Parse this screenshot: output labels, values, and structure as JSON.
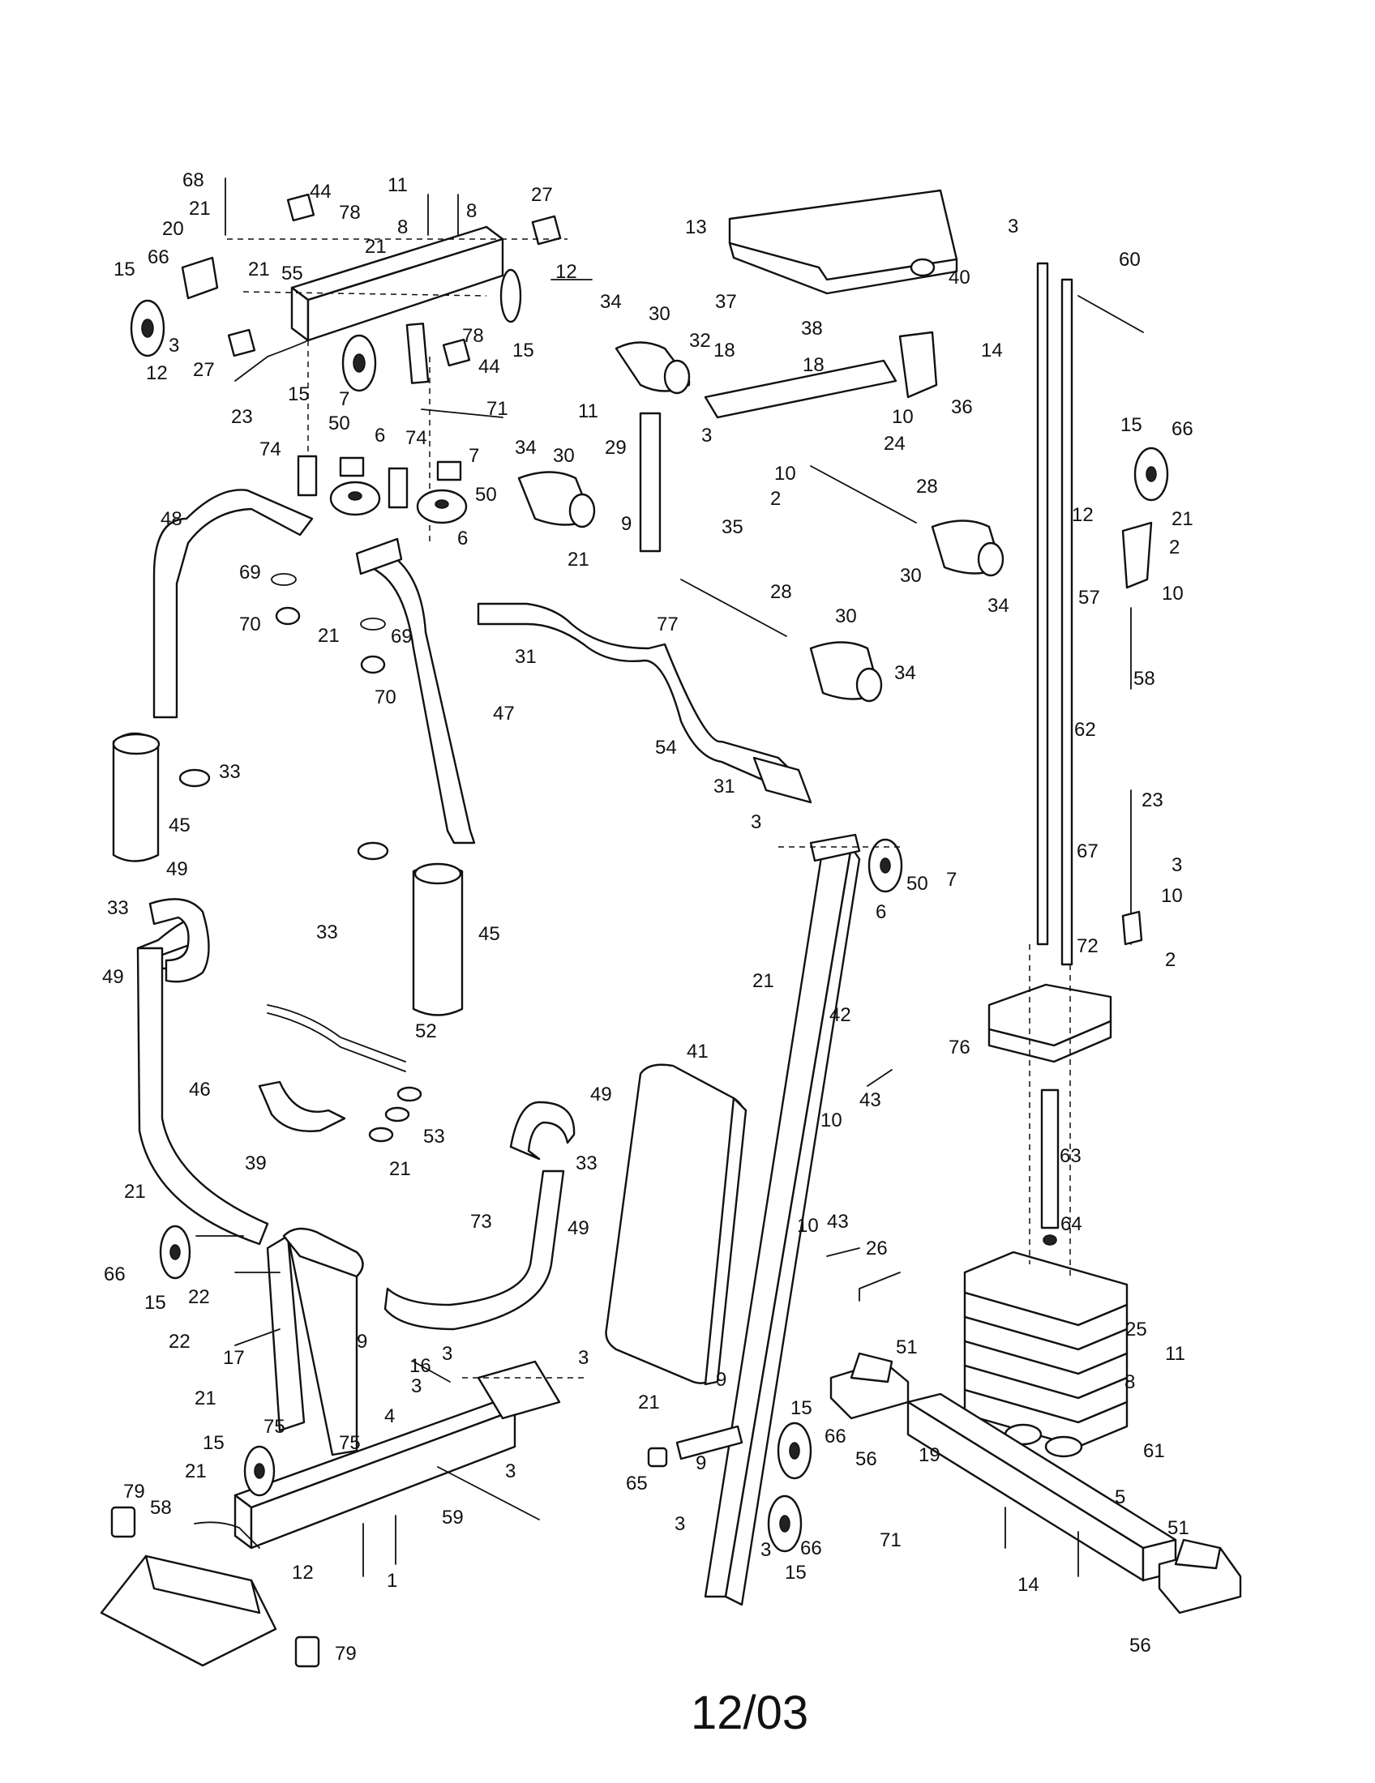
{
  "footer": {
    "date_code": "12/03"
  },
  "labels": {
    "l68": "68",
    "l21a": "21",
    "l20": "20",
    "l66a": "66",
    "l15a": "15",
    "l3a": "3",
    "l12a": "12",
    "l27a": "27",
    "l44a": "44",
    "l78a": "78",
    "l21b": "21",
    "l11a": "11",
    "l8a": "8",
    "l8b": "8",
    "l27b": "27",
    "l21c": "21",
    "l55": "55",
    "l78b": "78",
    "l44b": "44",
    "l15b": "15",
    "l15c": "15",
    "l23a": "23",
    "l7a": "7",
    "l71a": "71",
    "l74a": "74",
    "l50a": "50",
    "l6a": "6",
    "l74b": "74",
    "l7b": "7",
    "l50b": "50",
    "l6b": "6",
    "l48": "48",
    "l69a": "69",
    "l70a": "70",
    "l21d": "21",
    "l69b": "69",
    "l70b": "70",
    "l47": "47",
    "l45a": "45",
    "l33a": "33",
    "l49a": "49",
    "l33b": "33",
    "l49b": "49",
    "l33c": "33",
    "l45b": "45",
    "l46": "46",
    "l52": "52",
    "l53": "53",
    "l39": "39",
    "l12b": "12",
    "l34a": "34",
    "l30a": "30",
    "l11b": "11",
    "l32": "32",
    "l3b": "3",
    "l29": "29",
    "l34b": "34",
    "l30b": "30",
    "l9a": "9",
    "l21e": "21",
    "l35": "35",
    "l77": "77",
    "l28a": "28",
    "l31a": "31",
    "l54": "54",
    "l31b": "31",
    "l30c": "30",
    "l34c": "34",
    "l13": "13",
    "l40": "40",
    "l37": "37",
    "l38": "38",
    "l18a": "18",
    "l18b": "18",
    "l14a": "14",
    "l36": "36",
    "l10a": "10",
    "l24": "24",
    "l10b": "10",
    "l2a": "2",
    "l28b": "28",
    "l30d": "30",
    "l34d": "34",
    "l3c": "3",
    "l60": "60",
    "l15d": "15",
    "l66b": "66",
    "l12c": "12",
    "l21f": "21",
    "l2b": "2",
    "l10c": "10",
    "l57": "57",
    "l58a": "58",
    "l62": "62",
    "l23b": "23",
    "l67": "67",
    "l3d": "3",
    "l10d": "10",
    "l72": "72",
    "l2c": "2",
    "l76": "76",
    "l63": "63",
    "l64": "64",
    "l25": "25",
    "l3e": "3",
    "l50c": "50",
    "l7c": "7",
    "l6c": "6",
    "l21g": "21",
    "l42": "42",
    "l41": "41",
    "l10e": "10",
    "l43a": "43",
    "l10f": "10",
    "l43b": "43",
    "l26": "26",
    "l49c": "49",
    "l33d": "33",
    "l49d": "49",
    "l73": "73",
    "l21h": "21",
    "l21i": "21",
    "l66c": "66",
    "l15e": "15",
    "l22a": "22",
    "l22b": "22",
    "l9b": "9",
    "l16": "16",
    "l3f": "3",
    "l3g": "3",
    "l17": "17",
    "l21j": "21",
    "l3h": "3",
    "l4": "4",
    "l75a": "75",
    "l75b": "75",
    "l15f": "15",
    "l3i": "3",
    "l21k": "21",
    "l79a": "79",
    "l58b": "58",
    "l59": "59",
    "l12d": "12",
    "l1": "1",
    "l79b": "79",
    "l9c": "9",
    "l21l": "21",
    "l9d": "9",
    "l65": "65",
    "l15g": "15",
    "l66d": "66",
    "l56a": "56",
    "l51a": "51",
    "l71b": "71",
    "l66e": "66",
    "l3j": "3",
    "l3k": "3",
    "l15h": "15",
    "l19": "19",
    "l8c": "8",
    "l11c": "11",
    "l61": "61",
    "l5": "5",
    "l14b": "14",
    "l51b": "51",
    "l56b": "56"
  }
}
